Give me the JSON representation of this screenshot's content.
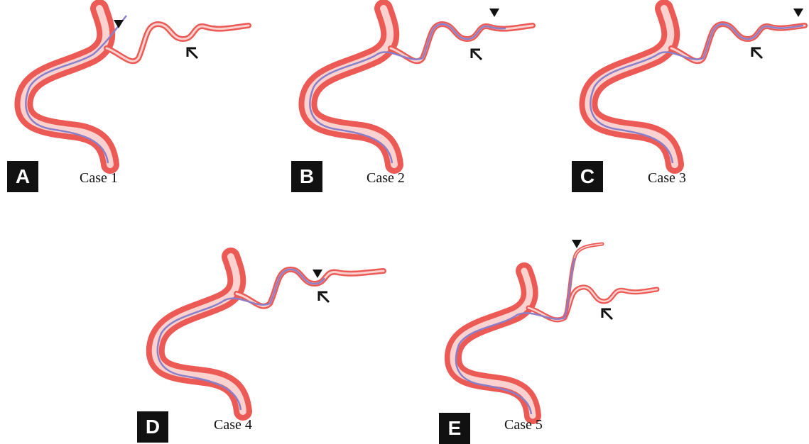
{
  "panels": [
    {
      "letter": "A",
      "caption": "Case 1"
    },
    {
      "letter": "B",
      "caption": "Case 2"
    },
    {
      "letter": "C",
      "caption": "Case 3"
    },
    {
      "letter": "D",
      "caption": "Case 4"
    },
    {
      "letter": "E",
      "caption": "Case 5"
    }
  ],
  "colors": {
    "vessel_outer": "#ec5a55",
    "vessel_inner": "#fbd2cf",
    "catheter": "#8a7fc9",
    "marker": "#111111"
  }
}
